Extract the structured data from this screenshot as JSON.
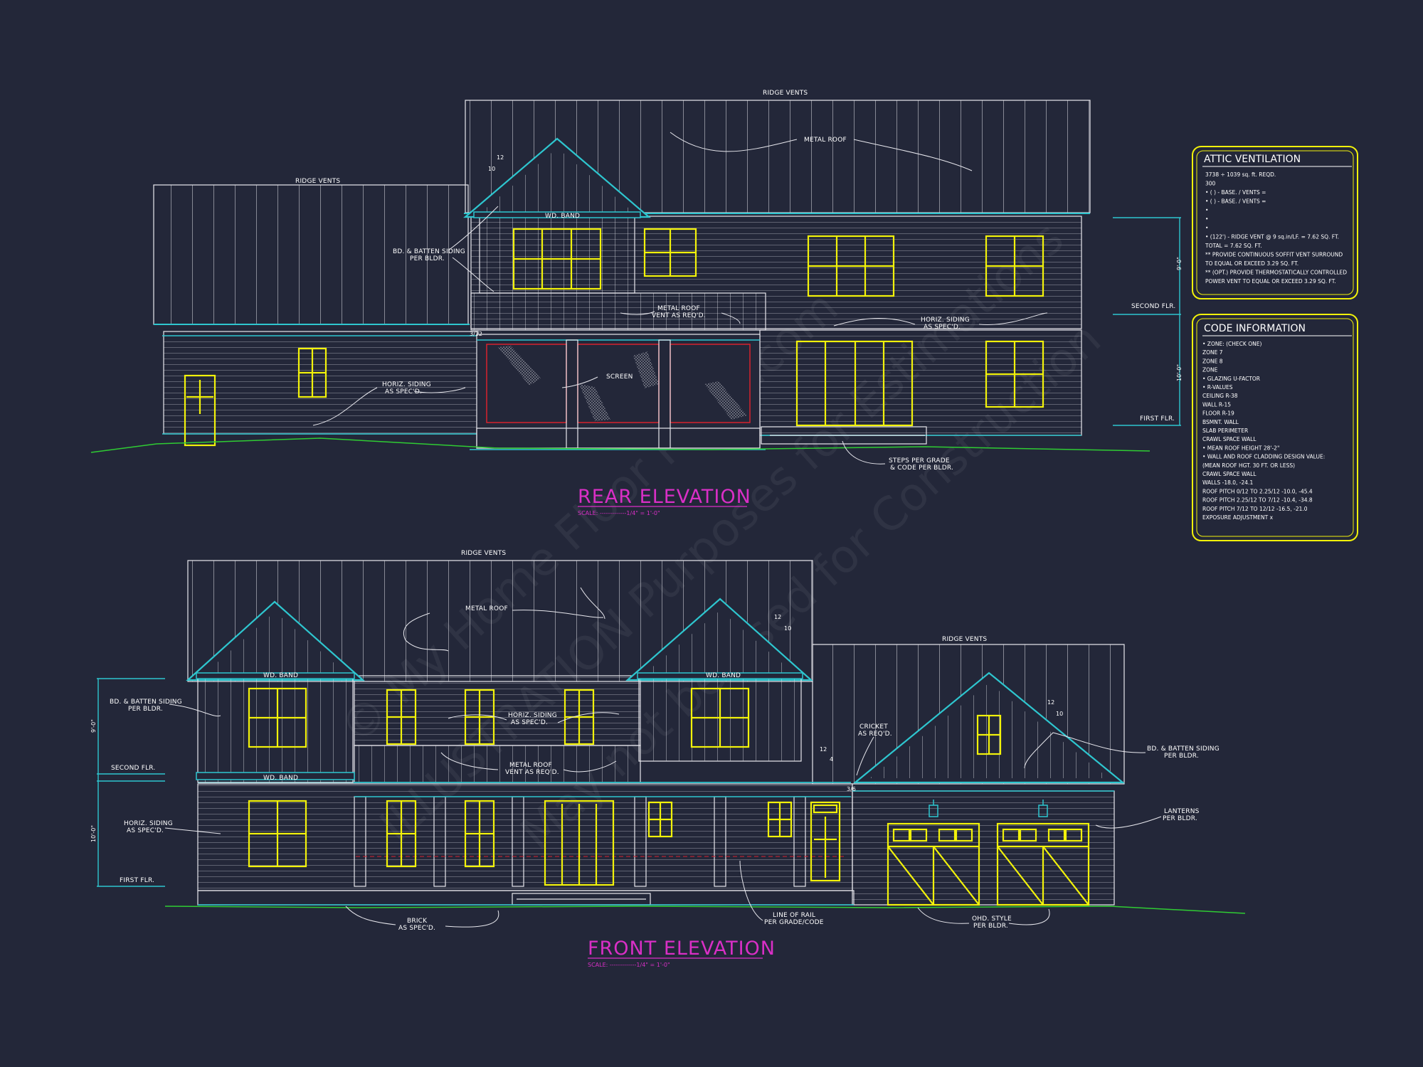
{
  "rear": {
    "title": "REAR ELEVATION",
    "scale": "SCALE: -------------1/4\" = 1'-0\"",
    "labels": {
      "ridge_vents_main": "RIDGE VENTS",
      "ridge_vents_left": "RIDGE VENTS",
      "metal_roof": "METAL ROOF",
      "wd_band": "WD. BAND",
      "bd_batten_1": "BD. & BATTEN SIDING",
      "bd_batten_2": "PER BLDR.",
      "metal_roof_vent_1": "METAL ROOF",
      "metal_roof_vent_2": "VENT AS REQ'D.",
      "horiz_siding_left_1": "HORIZ. SIDING",
      "horiz_siding_left_2": "AS SPEC'D.",
      "horiz_siding_right_1": "HORIZ. SIDING",
      "horiz_siding_right_2": "AS SPEC'D.",
      "screen": "SCREEN",
      "steps_1": "STEPS PER GRADE",
      "steps_2": "& CODE PER BLDR.",
      "second_flr": "SECOND FLR.",
      "first_flr": "FIRST FLR.",
      "dim_upper": "9'-0\"",
      "dim_lower": "10'-0\"",
      "pitch_rise": "12",
      "pitch_run": "10",
      "pitch_small": "3/12"
    }
  },
  "front": {
    "title": "FRONT ELEVATION",
    "scale": "SCALE: -------------1/4\" = 1'-0\"",
    "labels": {
      "ridge_vents_main": "RIDGE VENTS",
      "ridge_vents_garage": "RIDGE VENTS",
      "metal_roof": "METAL ROOF",
      "wd_band_left": "WD. BAND",
      "wd_band_right": "WD. BAND",
      "wd_band_lower": "WD. BAND",
      "bd_batten_left_1": "BD. & BATTEN SIDING",
      "bd_batten_left_2": "PER BLDR.",
      "bd_batten_right_1": "BD. & BATTEN SIDING",
      "bd_batten_right_2": "PER BLDR.",
      "horiz_siding_mid_1": "HORIZ. SIDING",
      "horiz_siding_mid_2": "AS SPEC'D.",
      "horiz_siding_left_1": "HORIZ. SIDING",
      "horiz_siding_left_2": "AS SPEC'D.",
      "metal_roof_vent_1": "METAL ROOF",
      "metal_roof_vent_2": "VENT AS REQ'D.",
      "cricket_1": "CRICKET",
      "cricket_2": "AS REQ'D.",
      "lanterns_1": "LANTERNS",
      "lanterns_2": "PER BLDR.",
      "brick_1": "BRICK",
      "brick_2": "AS SPEC'D.",
      "rail_1": "LINE OF RAIL",
      "rail_2": "PER GRADE/CODE",
      "ohd_1": "OHD. STYLE",
      "ohd_2": "PER BLDR.",
      "second_flr": "SECOND FLR.",
      "first_flr": "FIRST FLR.",
      "dim_upper": "9'-0\"",
      "dim_lower": "10'-0\"",
      "pitch_main_rise": "12",
      "pitch_main_run": "10",
      "pitch_garage_rise": "12",
      "pitch_garage_run": "10",
      "pitch_porch_rise": "12",
      "pitch_porch_run": "4",
      "pitch_small": "3/6"
    }
  },
  "attic_box": {
    "heading": "ATTIC VENTILATION",
    "lines": [
      "3738 ÷ 1039 sq. ft. REQD.",
      "300",
      "• ( ) - BASE. / VENTS =",
      "• ( ) - BASE. / VENTS =",
      "•",
      "•",
      "•",
      "• (122') - RIDGE VENT @ 9 sq.in/LF. = 7.62 SQ. FT.",
      "TOTAL = 7.62 SQ. FT.",
      "** PROVIDE CONTINUOUS SOFFIT VENT SURROUND",
      "TO EQUAL OR EXCEED 3.29 SQ. FT.",
      "** (OPT.) PROVIDE THERMOSTATICALLY CONTROLLED",
      "POWER VENT TO EQUAL OR EXCEED 3.29 SQ. FT."
    ]
  },
  "code_box": {
    "heading": "CODE INFORMATION",
    "lines": [
      "• ZONE: (CHECK ONE)",
      "ZONE 7",
      "ZONE 8",
      "ZONE",
      "• GLAZING U-FACTOR",
      "• R-VALUES",
      "CEILING R-38",
      "WALL R-15",
      "FLOOR R-19",
      "BSMNT. WALL",
      "SLAB PERIMETER",
      "CRAWL SPACE WALL",
      "• MEAN ROOF HEIGHT 28'-2\"",
      "• WALL AND ROOF CLADDING DESIGN VALUE:",
      "(MEAN ROOF HGT. 30 FT. OR LESS)",
      "CRAWL SPACE WALL",
      "WALLS -18.0, -24.1",
      "ROOF PITCH 0/12 TO 2.25/12 -10.0, -45.4",
      "ROOF PITCH 2.25/12 TO 7/12 -10.4, -34.8",
      "ROOF PITCH 7/12 TO 12/12 -16.5, -21.0",
      "EXPOSURE ADJUSTMENT x"
    ]
  },
  "watermark": {
    "line1": "© My Home Floor Plans.com",
    "line2": "ILLUSTRATION Purposes for Estimations",
    "line3": "May not be used for Construction"
  },
  "colors": {
    "background": "#232739",
    "line": "#e8e8ee",
    "trim": "#2ec6cf",
    "window": "#f2f20a",
    "door_red": "#d8222e",
    "title": "#d92fc6",
    "ground": "#2fcc33",
    "box": "#f2f20a"
  }
}
